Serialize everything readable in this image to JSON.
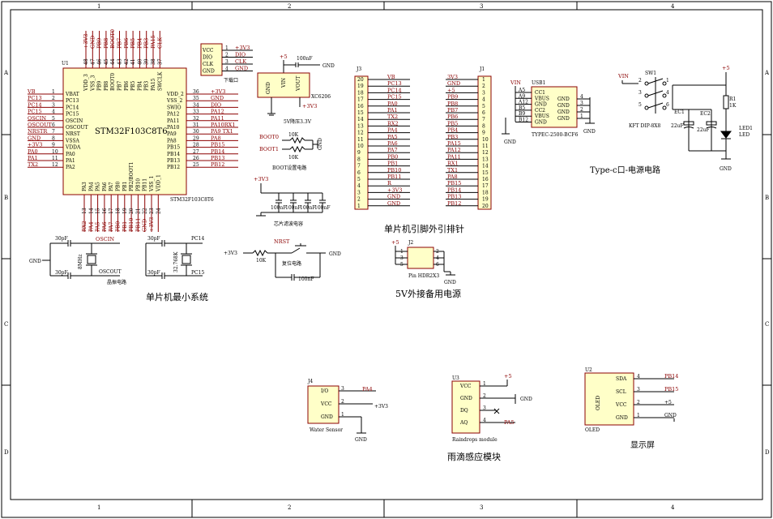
{
  "frame": {
    "cols": [
      "1",
      "2",
      "3",
      "4"
    ],
    "rows": [
      "A",
      "B",
      "C",
      "D"
    ]
  },
  "mcu": {
    "ref": "U1",
    "name_center": "STM32F103C8T6",
    "name_bottom": "STM32F103C8T6",
    "caption": "单片机最小系统",
    "left_pins": [
      {
        "net": "VB",
        "num": "1",
        "name": "VBAT"
      },
      {
        "net": "PC13",
        "num": "2",
        "name": "PC13"
      },
      {
        "net": "PC14",
        "num": "3",
        "name": "PC14"
      },
      {
        "net": "PC15",
        "num": "4",
        "name": "PC15"
      },
      {
        "net": "OSCIN",
        "num": "5",
        "name": "OSCIN"
      },
      {
        "net": "OSCOUT",
        "num": "6",
        "name": "OSCOUT"
      },
      {
        "net": "NRSTR",
        "num": "7",
        "name": "NRST"
      },
      {
        "net": "GND",
        "num": "8",
        "name": "VSSA"
      },
      {
        "net": "+3V3",
        "num": "9",
        "name": "VDDA"
      },
      {
        "net": "PA0",
        "num": "10",
        "name": "PA0"
      },
      {
        "net": "PA1",
        "num": "11",
        "name": "PA1"
      },
      {
        "net": "TX2",
        "num": "12",
        "name": "PA2"
      }
    ],
    "right_pins": [
      {
        "net": "+3V3",
        "num": "36",
        "name": "VDD_2"
      },
      {
        "net": "GND",
        "num": "35",
        "name": "VSS_2"
      },
      {
        "net": "DIO",
        "num": "34",
        "name": "SWIO"
      },
      {
        "net": "PA12",
        "num": "33",
        "name": "PA12"
      },
      {
        "net": "PA11",
        "num": "32",
        "name": "PA11"
      },
      {
        "net": "PA10RX1",
        "num": "31",
        "name": "PA10"
      },
      {
        "net": "PA9  TX1",
        "num": "30",
        "name": "PA9"
      },
      {
        "net": "PA8",
        "num": "29",
        "name": "PA8"
      },
      {
        "net": "PB15",
        "num": "28",
        "name": "PB15"
      },
      {
        "net": "PB14",
        "num": "27",
        "name": "PB14"
      },
      {
        "net": "PB13",
        "num": "26",
        "name": "PB13"
      },
      {
        "net": "PB12",
        "num": "25",
        "name": "PB12"
      }
    ],
    "top_pins": [
      {
        "net": "+3V3",
        "num": "48",
        "name": "VDD_3"
      },
      {
        "net": "GND",
        "num": "47",
        "name": "VSS_3"
      },
      {
        "net": "PB9",
        "num": "46",
        "name": "PB9"
      },
      {
        "net": "PB8",
        "num": "45",
        "name": "PB8"
      },
      {
        "net": "BOOT0",
        "num": "44",
        "name": "BOOT0"
      },
      {
        "net": "PB7",
        "num": "43",
        "name": "PB7"
      },
      {
        "net": "PB6",
        "num": "42",
        "name": "PB6"
      },
      {
        "net": "PB5",
        "num": "41",
        "name": "PB5"
      },
      {
        "net": "PB4",
        "num": "40",
        "name": "PB4"
      },
      {
        "net": "PB3",
        "num": "39",
        "name": "PB3"
      },
      {
        "net": "PA15",
        "num": "38",
        "name": "PA15"
      },
      {
        "net": "CLK",
        "num": "37",
        "name": "SWCLK"
      }
    ],
    "bottom_pins": [
      {
        "net": "RX2",
        "num": "13",
        "name": "PA3"
      },
      {
        "net": "PA4",
        "num": "14",
        "name": "PA4"
      },
      {
        "net": "PA5",
        "num": "15",
        "name": "PA5"
      },
      {
        "net": "PA6",
        "num": "16",
        "name": "PA6"
      },
      {
        "net": "PA7",
        "num": "17",
        "name": "PA7"
      },
      {
        "net": "PB0",
        "num": "18",
        "name": "PB0"
      },
      {
        "net": "PB1",
        "num": "19",
        "name": "PB1"
      },
      {
        "net": "PB10",
        "num": "20",
        "name": "PB2/BOOT1"
      },
      {
        "net": "PB11",
        "num": "21",
        "name": "PB10"
      },
      {
        "net": "GND",
        "num": "22",
        "name": "PB11"
      },
      {
        "net": "+3V3",
        "num": "23",
        "name": "VSS_1"
      },
      {
        "net": "",
        "num": "24",
        "name": "VDD_1"
      }
    ]
  },
  "download": {
    "caption": "下载口",
    "pins": [
      {
        "name": "VCC",
        "num": "1",
        "net": "+3V3"
      },
      {
        "name": "DIO",
        "num": "2",
        "net": "DIO"
      },
      {
        "name": "CLK",
        "num": "3",
        "net": "CLK"
      },
      {
        "name": "GND",
        "num": "4",
        "net": "GND"
      }
    ]
  },
  "reg": {
    "caption": "5V降压3.3V",
    "part": "XC6206",
    "in_net": "+5",
    "cap": "100nF",
    "gnd": "GND",
    "out_net": "+3V3",
    "pin_gnd": "GND",
    "pin_vin": "VIN",
    "pin_vout": "VOUT"
  },
  "boot": {
    "caption": "BOOT设置电路",
    "b0": "BOOT0",
    "b1": "BOOT1",
    "r": "10K",
    "gnd": "GND"
  },
  "filter": {
    "caption": "芯片滤波电容",
    "net": "+3V3",
    "caps": [
      "100nF",
      "100nF",
      "100nF",
      "100nF"
    ]
  },
  "j3": {
    "ref": "J3",
    "nums": [
      "20",
      "19",
      "18",
      "17",
      "16",
      "15",
      "14",
      "13",
      "12",
      "11",
      "10",
      "9",
      "8",
      "7",
      "6",
      "5",
      "4",
      "3",
      "2",
      "1"
    ],
    "nets": [
      "VB",
      "PC13",
      "PC14",
      "PC15",
      "PA0",
      "PA1",
      "TX2",
      "RX2",
      "PA4",
      "PA5",
      "PA6",
      "PA7",
      "PB0",
      "PB1",
      "PB10",
      "PB11",
      "R",
      "+3V3",
      "GND",
      "GND"
    ]
  },
  "j1": {
    "ref": "J1",
    "nums": [
      "1",
      "2",
      "3",
      "4",
      "5",
      "6",
      "7",
      "8",
      "9",
      "10",
      "11",
      "12",
      "13",
      "14",
      "15",
      "16",
      "17",
      "18",
      "19",
      "20"
    ],
    "nets": [
      "3V3",
      "GND",
      "+5",
      "PB9",
      "PB8",
      "PB7",
      "PB6",
      "PB5",
      "PB4",
      "PB3",
      "PA15",
      "PA12",
      "PA11",
      "RX1",
      "TX1",
      "PA8",
      "PB15",
      "PB14",
      "PB13",
      "PB12"
    ]
  },
  "header_caption": "单片机引脚外引排针",
  "usb": {
    "ref": "USB1",
    "part": "TYPEC-2500-BCF6",
    "vin": "VIN",
    "gnd": "GND",
    "left_pins": [
      "A5",
      "A9",
      "A12",
      "B5",
      "B9",
      "B12"
    ],
    "inner_left": [
      "CC1",
      "VBUS",
      "GND",
      "CC2",
      "VBUS",
      "GND"
    ],
    "inner_right": [
      "GND",
      "GND",
      "GND",
      "GND"
    ],
    "right_nums": [
      "4",
      "3",
      "2",
      "1"
    ]
  },
  "power": {
    "caption": "Type-c口-电源电路",
    "sw": "SW1",
    "sw_part": "KFT DIP-8X8",
    "vin": "VIN",
    "vcc": "+5",
    "ec1": "EC1",
    "ec1v": "22uF",
    "ec2": "EC2",
    "ec2v": "22uF",
    "r1": "R1",
    "r1v": "1K",
    "led": "LED1",
    "led_part": "LED",
    "gnd": "GND",
    "sw_nums": [
      "2",
      "1",
      "3",
      "4",
      "5",
      "6"
    ]
  },
  "crystal": {
    "caption": "晶振电路",
    "c1": "30pF",
    "c2": "30pF",
    "c3": "30pF",
    "c4": "30pF",
    "y1": "8MHz",
    "y2": "32.768K",
    "oscin": "OSCIN",
    "oscout": "OSCOUT",
    "pc14": "PC14",
    "pc15": "PC15",
    "gnd": "GND"
  },
  "reset": {
    "caption": "复位电路",
    "net": "+3V3",
    "r": "10K",
    "nrst": "NRST",
    "cap": "100nF",
    "gnd": "GND"
  },
  "j2": {
    "ref": "J2",
    "part": "Pin HDR2X3",
    "caption": "5V外接备用电源",
    "vcc": "+5",
    "gnd": "GND",
    "lnums": [
      "1",
      "3",
      "5"
    ],
    "rnums": [
      "2",
      "4",
      "6"
    ]
  },
  "j4": {
    "ref": "J4",
    "part": "Water Sensor",
    "pins": [
      "I/O",
      "VCC",
      "GND"
    ],
    "nums": [
      "3",
      "2",
      "1"
    ],
    "net_io": "PA4",
    "net_vcc": "+3V3",
    "gnd": "GND"
  },
  "u3": {
    "ref": "U3",
    "part": "Raindrops module",
    "caption": "雨滴感应模块",
    "pins": [
      "VCC",
      "GND",
      "DQ",
      "AQ"
    ],
    "nums": [
      "1",
      "2",
      "3",
      "4"
    ],
    "vcc": "+5",
    "gnd": "GND",
    "aq": "PA5"
  },
  "u2": {
    "ref": "U2",
    "part": "OLED",
    "title": "OLED",
    "caption": "显示屏",
    "pins": [
      "SDA",
      "SCL",
      "VCC",
      "GND"
    ],
    "nums": [
      "4",
      "3",
      "2",
      "1"
    ],
    "nets": [
      "PB14",
      "PB15",
      "+5",
      "GND"
    ]
  }
}
